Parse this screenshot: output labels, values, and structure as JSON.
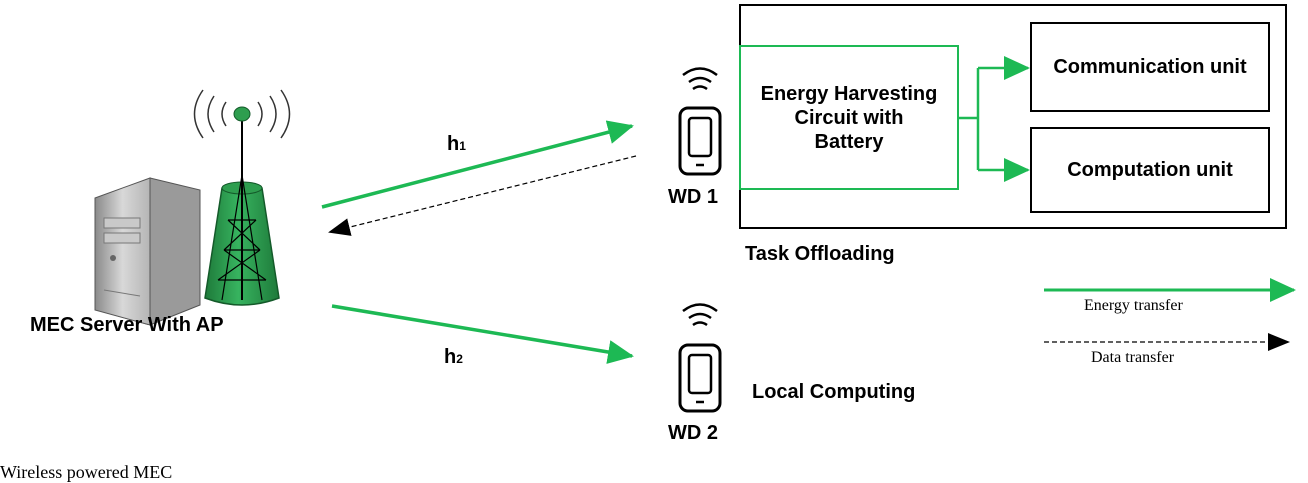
{
  "server": {
    "label": "MEC Server With AP"
  },
  "channels": {
    "h1": {
      "base": "h",
      "sub": "1"
    },
    "h2": {
      "base": "h",
      "sub": "2"
    }
  },
  "devices": {
    "wd1": {
      "label": "WD 1"
    },
    "wd2": {
      "label": "WD 2"
    }
  },
  "offload_box": {
    "energy_circuit": "Energy Harvesting Circuit with Battery",
    "communication_unit": "Communication unit",
    "computation_unit": "Computation unit",
    "caption": "Task Offloading"
  },
  "local": {
    "caption": "Local Computing"
  },
  "legend": {
    "energy": "Energy transfer",
    "data": "Data transfer"
  },
  "footer_caption": "Wireless powered MEC",
  "colors": {
    "energy": "#1db954",
    "tower": "#2e9e4f",
    "data": "#000000"
  }
}
